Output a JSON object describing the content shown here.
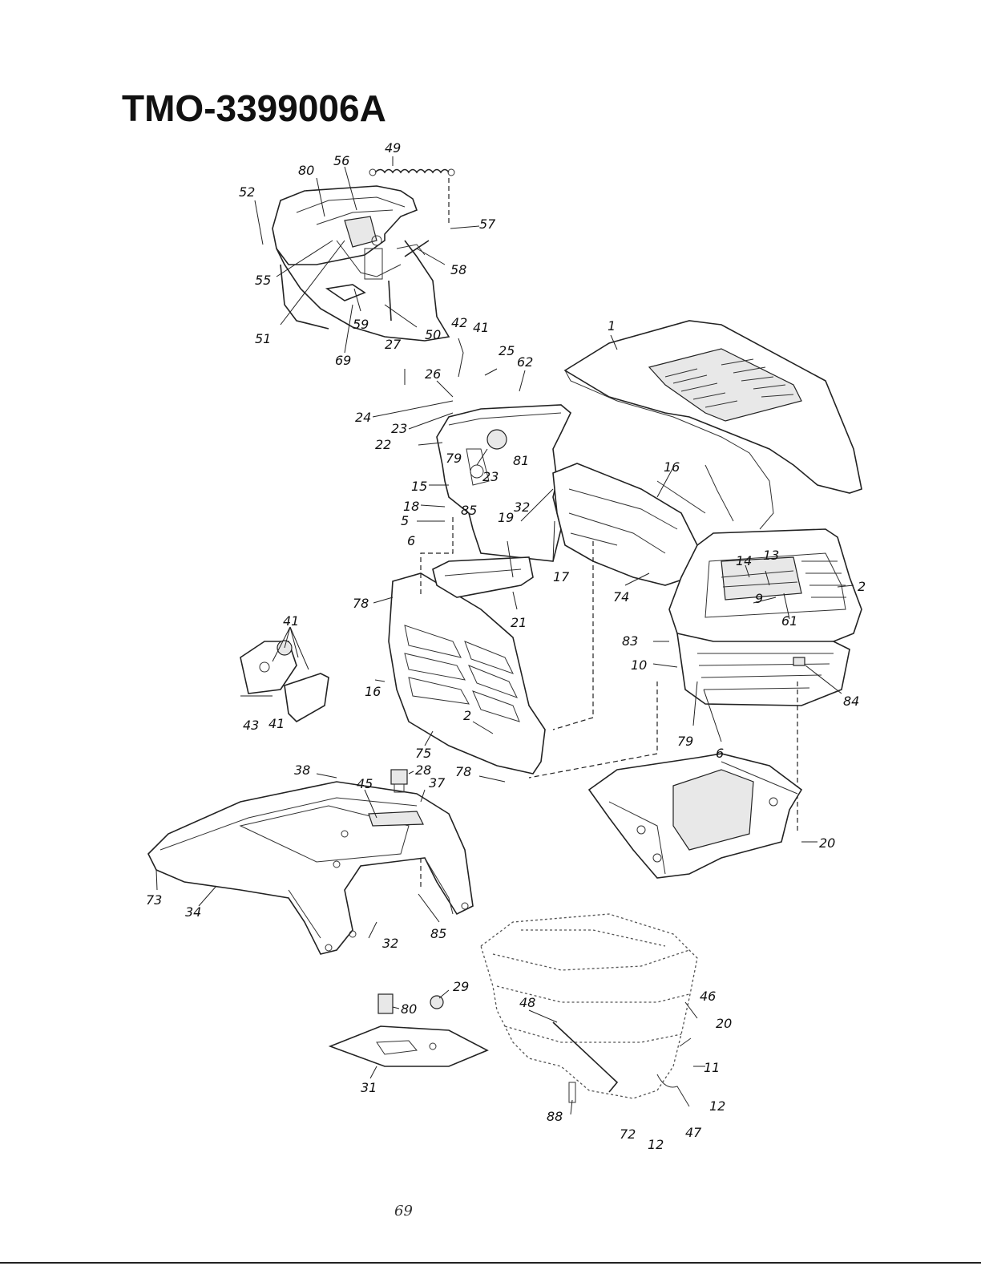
{
  "title": "TMO-3399006A",
  "page_number": "69",
  "callouts": [
    {
      "id": "c1",
      "text": "1"
    },
    {
      "id": "c2a",
      "text": "2"
    },
    {
      "id": "c2b",
      "text": "2"
    },
    {
      "id": "c5",
      "text": "5"
    },
    {
      "id": "c6a",
      "text": "6"
    },
    {
      "id": "c6b",
      "text": "6"
    },
    {
      "id": "c9",
      "text": "9"
    },
    {
      "id": "c10",
      "text": "10"
    },
    {
      "id": "c11",
      "text": "11"
    },
    {
      "id": "c12a",
      "text": "12"
    },
    {
      "id": "c12b",
      "text": "12"
    },
    {
      "id": "c13",
      "text": "13"
    },
    {
      "id": "c14",
      "text": "14"
    },
    {
      "id": "c15",
      "text": "15"
    },
    {
      "id": "c16a",
      "text": "16"
    },
    {
      "id": "c16b",
      "text": "16"
    },
    {
      "id": "c17",
      "text": "17"
    },
    {
      "id": "c18",
      "text": "18"
    },
    {
      "id": "c19",
      "text": "19"
    },
    {
      "id": "c20a",
      "text": "20"
    },
    {
      "id": "c20b",
      "text": "20"
    },
    {
      "id": "c21",
      "text": "21"
    },
    {
      "id": "c22",
      "text": "22"
    },
    {
      "id": "c23a",
      "text": "23"
    },
    {
      "id": "c23b",
      "text": "23"
    },
    {
      "id": "c24",
      "text": "24"
    },
    {
      "id": "c25",
      "text": "25"
    },
    {
      "id": "c26",
      "text": "26"
    },
    {
      "id": "c27",
      "text": "27"
    },
    {
      "id": "c28",
      "text": "28"
    },
    {
      "id": "c29",
      "text": "29"
    },
    {
      "id": "c31",
      "text": "31"
    },
    {
      "id": "c32a",
      "text": "32"
    },
    {
      "id": "c32b",
      "text": "32"
    },
    {
      "id": "c34",
      "text": "34"
    },
    {
      "id": "c37",
      "text": "37"
    },
    {
      "id": "c38",
      "text": "38"
    },
    {
      "id": "c41a",
      "text": "41"
    },
    {
      "id": "c41b",
      "text": "41"
    },
    {
      "id": "c41c",
      "text": "41"
    },
    {
      "id": "c42",
      "text": "42"
    },
    {
      "id": "c43",
      "text": "43"
    },
    {
      "id": "c45",
      "text": "45"
    },
    {
      "id": "c46",
      "text": "46"
    },
    {
      "id": "c47",
      "text": "47"
    },
    {
      "id": "c48",
      "text": "48"
    },
    {
      "id": "c49",
      "text": "49"
    },
    {
      "id": "c50",
      "text": "50"
    },
    {
      "id": "c51",
      "text": "51"
    },
    {
      "id": "c52",
      "text": "52"
    },
    {
      "id": "c55",
      "text": "55"
    },
    {
      "id": "c56",
      "text": "56"
    },
    {
      "id": "c57",
      "text": "57"
    },
    {
      "id": "c58",
      "text": "58"
    },
    {
      "id": "c59",
      "text": "59"
    },
    {
      "id": "c61",
      "text": "61"
    },
    {
      "id": "c62",
      "text": "62"
    },
    {
      "id": "c69",
      "text": "69"
    },
    {
      "id": "c72",
      "text": "72"
    },
    {
      "id": "c73",
      "text": "73"
    },
    {
      "id": "c74",
      "text": "74"
    },
    {
      "id": "c75",
      "text": "75"
    },
    {
      "id": "c78a",
      "text": "78"
    },
    {
      "id": "c78b",
      "text": "78"
    },
    {
      "id": "c79a",
      "text": "79"
    },
    {
      "id": "c79b",
      "text": "79"
    },
    {
      "id": "c80a",
      "text": "80"
    },
    {
      "id": "c80b",
      "text": "80"
    },
    {
      "id": "c81",
      "text": "81"
    },
    {
      "id": "c83",
      "text": "83"
    },
    {
      "id": "c84",
      "text": "84"
    },
    {
      "id": "c85a",
      "text": "85"
    },
    {
      "id": "c85b",
      "text": "85"
    },
    {
      "id": "c88",
      "text": "88"
    }
  ]
}
